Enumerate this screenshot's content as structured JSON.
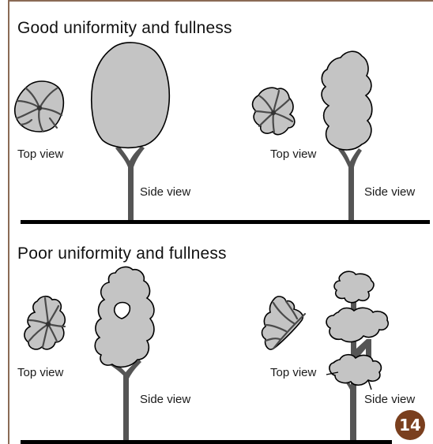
{
  "panels": {
    "good": {
      "title": "Good uniformity and fullness",
      "left_top_label": "Top view",
      "left_side_label": "Side view",
      "right_top_label": "Top view",
      "right_side_label": "Side view"
    },
    "poor": {
      "title": "Poor uniformity and fullness",
      "left_top_label": "Top view",
      "left_side_label": "Side view",
      "right_top_label": "Top view",
      "right_side_label": "Side view"
    }
  },
  "page_number": "14",
  "colors": {
    "canopy_fill": "#c4c4c4",
    "trunk": "#555555",
    "outline": "#000000",
    "badge": "#7a3f1e",
    "frame": "#8a6a55"
  }
}
